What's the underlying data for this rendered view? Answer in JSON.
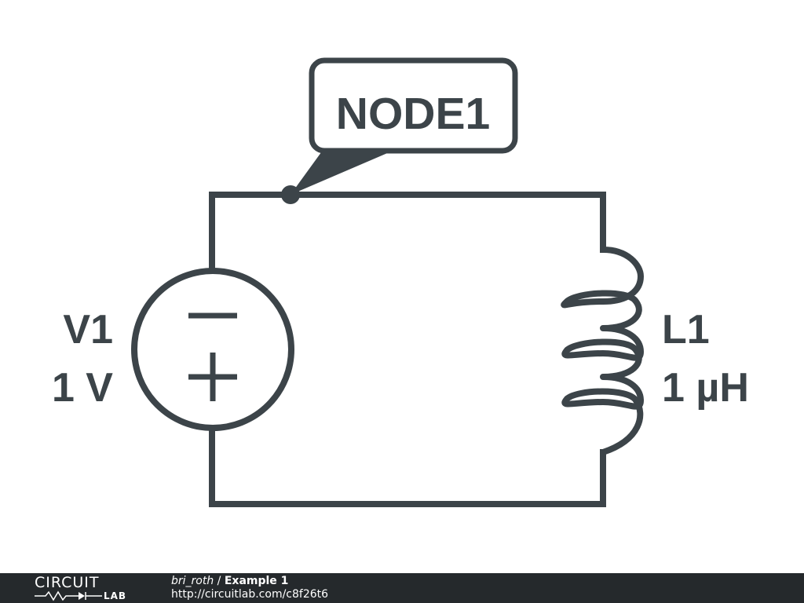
{
  "colors": {
    "wire": "#3c4449",
    "footer_bg": "#25292c",
    "footer_text": "#ffffff"
  },
  "node": {
    "label": "NODE1"
  },
  "source": {
    "name": "V1",
    "value": "1 V"
  },
  "inductor": {
    "name": "L1",
    "value": "1 µH"
  },
  "footer": {
    "logo_top": "CIRCUIT",
    "logo_bottom": "LAB",
    "author": "bri_roth",
    "separator": "/",
    "title": "Example 1",
    "url": "http://circuitlab.com/c8f26t6"
  }
}
